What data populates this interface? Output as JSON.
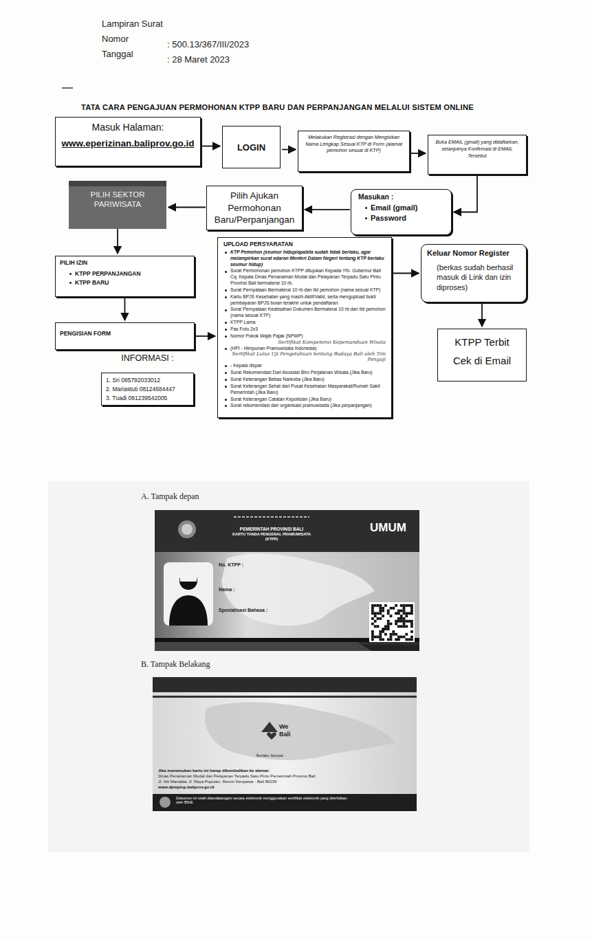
{
  "diagram": {
    "title": "TATA CARA PENGAJUAN PERMOHONAN KTPP BARU DAN PERPANJANGAN MELALUI SISTEM ONLINE",
    "nodes": [
      {
        "text": [
          "Masuk Halaman:",
          "www.eperizinan.baliprov.go.id"
        ]
      },
      {
        "text": [
          "LOGIN"
        ]
      },
      {
        "text": [
          "Melakukan Registrasi dengan Mengisikan Nama Lengkap Sesuai KTP di Form (alamat pemohon sesuai di KTP)"
        ]
      },
      {
        "text": [
          "Buka EMAIL (gmail) yang didaftarkan, selanjutnya Konfirmasi di EMAIL Tersebut"
        ]
      },
      {
        "text": [
          "Masukan :",
          "Email (gmail)",
          "Password"
        ]
      },
      {
        "text": [
          "Pilih Ajukan Permohonan Baru/Perpanjangan"
        ]
      },
      {
        "text": [
          "PILIH SEKTOR PARIWISATA"
        ]
      },
      {
        "text": [
          "PILIH IZIN",
          "KTPP PERPANJANGAN",
          "KTPP BARU"
        ]
      },
      {
        "text": [
          "PENGISIAN FORM"
        ]
      },
      {
        "text": [
          "UPLOAD PERSYARATAN",
          "KTP Pemohon (seumur hidup/apabila sudah tidak berlaku, agar melampirkan surat edaran Menteri Dalam Negeri tentang KTP berlaku seumur hidup)",
          "Surat Permohonan pemohon KTPP ditujukan Kepada Yth. Gubernur Bali Cq. Kepala Dinas Penanaman Modal dan Pelayanan Terpadu Satu Pintu Provinsi Bali bermaterai 10 rb.",
          "Surat Pernyataan Bermaterai 10 rb dan ttd pemohon (nama sesuai KTP)",
          "Kartu BPJS Kesehatan yang masih Aktif/Valid, serta mengupload bukti pembayaran BPJS bulan terakhir untuk pendaftaran.",
          "Surat Pernyataan Keabsahan Dokumen Bermaterai 10 rb dan ttd pemohon (nama sesuai KTP)",
          "KTPP Lama",
          "Pas Foto 2x3",
          "Nomor Pokok Wajib Pajak (NPWP)",
          "Sertifikat Kompetensi Kepemanduan Wisata",
          "(HPI - Himpunan Pramuwisata Indonesia)",
          "Sertifikat Lulus Uji Pengetahuan tentang Budaya Bali oleh Tim Penguji",
          "- Kepala dispar",
          "Surat Rekomendasi Dari Asosiasi Biro Perjalanan Wisata (Jika Baru)",
          "Surat Keterangan Bebas Narkoba (Jika Baru)",
          "Surat Keterangan Sehat dari Pusat Kesehatan Masyarakat/Rumah Sakit Pemerintah (Jika Baru)",
          "Surat Keterangan Catatan Kepolisian (Jika Baru)",
          "Surat rekomendasi dari organisasi pramuwisata (Jika perpanjangan)"
        ]
      },
      {
        "text": [
          "Keluar Nomor Register",
          "(berkas sudah berhasil masuk di Link dan izin diproses)"
        ]
      },
      {
        "text": [
          "KTPP Terbit",
          "Cek di Email"
        ]
      },
      {
        "text": [
          "INFORMASI :",
          "1. Sri 085792033012",
          "2. Mariastuti 08124684447",
          "3. Tuadi 081239542005"
        ]
      }
    ],
    "edges": [
      {
        "from": 0,
        "to": 1,
        "arrow": "to"
      },
      {
        "from": 1,
        "to": 2,
        "arrow": "to"
      },
      {
        "from": 2,
        "to": 3,
        "arrow": "to"
      },
      {
        "from": 3,
        "to": 4,
        "arrow": "to"
      },
      {
        "from": 4,
        "to": 5,
        "arrow": "to"
      },
      {
        "from": 5,
        "to": 6,
        "arrow": "to"
      },
      {
        "from": 6,
        "to": 7,
        "arrow": "to"
      },
      {
        "from": 7,
        "to": 8,
        "arrow": "to"
      },
      {
        "from": 8,
        "to": 9,
        "arrow": "to"
      },
      {
        "from": 9,
        "to": 10,
        "arrow": "to"
      },
      {
        "from": 10,
        "to": 11,
        "arrow": "to"
      }
    ],
    "labels": [
      "Lampiran Surat",
      "Nomor",
      ": 500.13/367/III/2023",
      "Tanggal",
      ": 28 Maret 2023",
      "A. Tampak depan",
      "B. Tampak Belakang",
      "UMUM",
      "PEMERINTAH PROVINSI BALI",
      "KARTU TANDA PENGENAL PRAMUWISATA",
      "(KTPP)",
      "No. KTPP :",
      "Nama :",
      "Spesialisasi Bahasa :",
      "We",
      "Bali",
      "Berlaku Sampai :",
      "Jika menemukan kartu ini harap dikembalikan ke alamat:",
      "Dinas Penanaman Modal dan Pelayanan Terpadu Satu Pintu Pemerintah Provinsi Bali",
      "Jl. Niti Mandala, Jl. Raya Puputan, Renon Denpasar - Bali 80239",
      "www.dpmptsp.baliprov.go.id",
      "Dokumen ini telah ditandatangani secara elektronik menggunakan sertifikat elektronik yang diterbitkan oleh BSrE"
    ]
  }
}
